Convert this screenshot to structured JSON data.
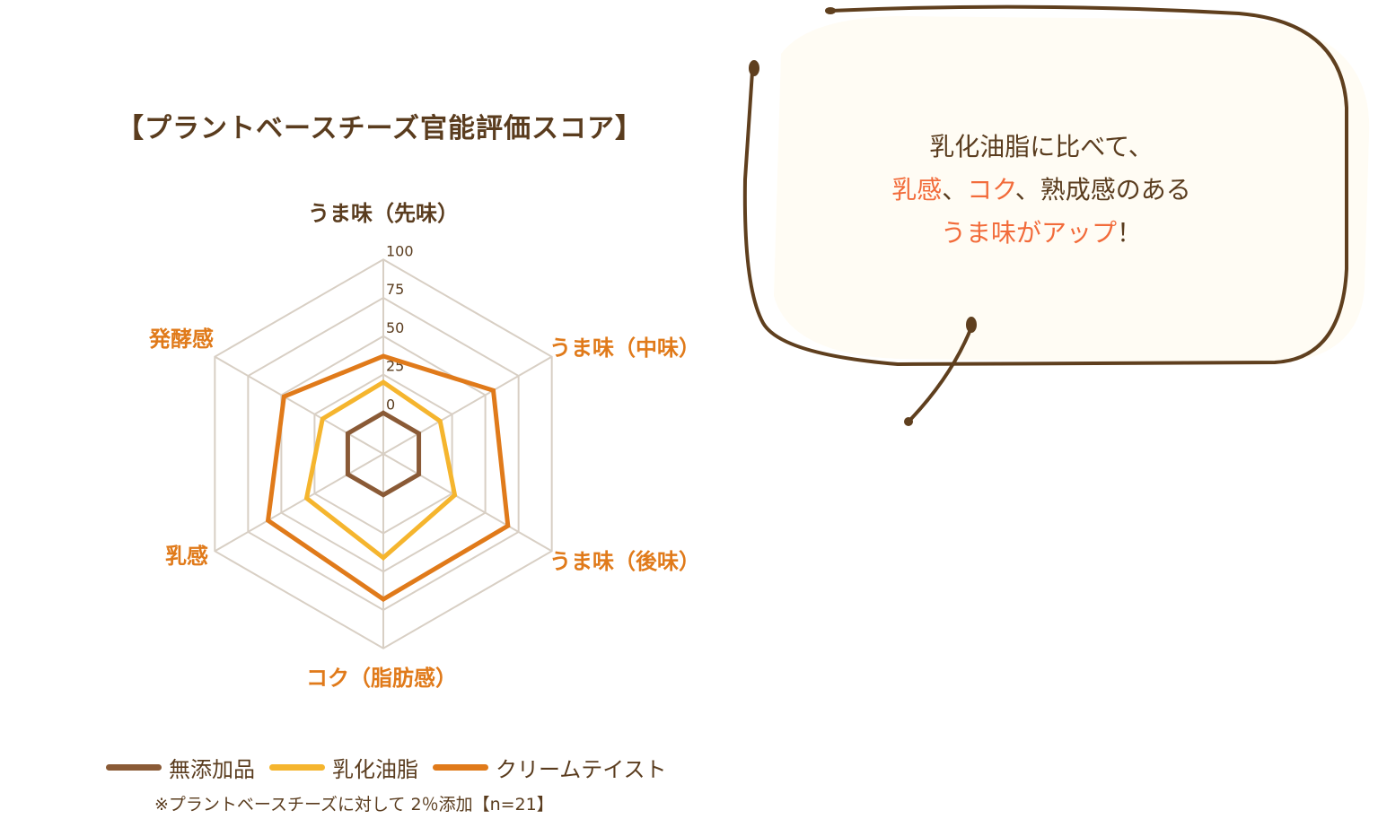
{
  "chart_data": {
    "type": "radar",
    "title": "【プラントベースチーズ官能評価スコア】",
    "axes": [
      {
        "segments": [
          [
            "うま",
            "b"
          ],
          [
            "味",
            ""
          ]
        ],
        "line2": [
          [
            "（先味）",
            ""
          ]
        ],
        "color": "#5a3c1e"
      },
      {
        "segments": [
          [
            "うま",
            "b"
          ],
          [
            "味",
            ""
          ]
        ],
        "line2": [
          [
            "（",
            ""
          ],
          [
            "中",
            "b"
          ],
          [
            "味）",
            ""
          ]
        ],
        "color": "#e07a1a"
      },
      {
        "segments": [
          [
            "うま",
            "b"
          ],
          [
            "味",
            ""
          ]
        ],
        "line2": [
          [
            "（",
            ""
          ],
          [
            "後",
            "b"
          ],
          [
            "味）",
            ""
          ]
        ],
        "color": "#e07a1a"
      },
      {
        "segments": [
          [
            "コク",
            "b"
          ]
        ],
        "line2": [
          [
            "（脂肪感）",
            ""
          ]
        ],
        "color": "#e07a1a"
      },
      {
        "segments": [
          [
            "乳",
            "b"
          ],
          [
            "感",
            ""
          ]
        ],
        "line2": [],
        "color": "#e07a1a"
      },
      {
        "segments": [
          [
            "発酵",
            "b"
          ],
          [
            "感",
            ""
          ]
        ],
        "line2": [],
        "color": "#e07a1a"
      }
    ],
    "axis_names": [
      "うま味（先味）",
      "うま味（中味）",
      "うま味（後味）",
      "コク（脂肪感）",
      "乳感",
      "発酵感"
    ],
    "ticks": [
      "0",
      "25",
      "50",
      "75",
      "100"
    ],
    "range": [
      0,
      100
    ],
    "series": [
      {
        "name": "無添加品",
        "color": "#8a5a36",
        "values": [
          0,
          0,
          0,
          0,
          0,
          0
        ]
      },
      {
        "name": "乳化油脂",
        "color": "#f5b52e",
        "values": [
          20,
          16,
          27,
          41,
          31,
          19
        ]
      },
      {
        "name": "クリームテイスト",
        "color": "#e07a1a",
        "values": [
          37,
          56,
          67,
          68,
          60,
          48
        ]
      }
    ],
    "legend_position": "bottom",
    "note": "※プラントベースチーズに対して 2％添加【n=21】"
  },
  "bubble": {
    "line1": "乳化油脂に比べて、",
    "line2_a": "乳感",
    "line2_b": "、",
    "line2_c": "コク",
    "line2_d": "、熟成感のある",
    "line3_a": "うま味がアップ",
    "line3_b": "！"
  }
}
